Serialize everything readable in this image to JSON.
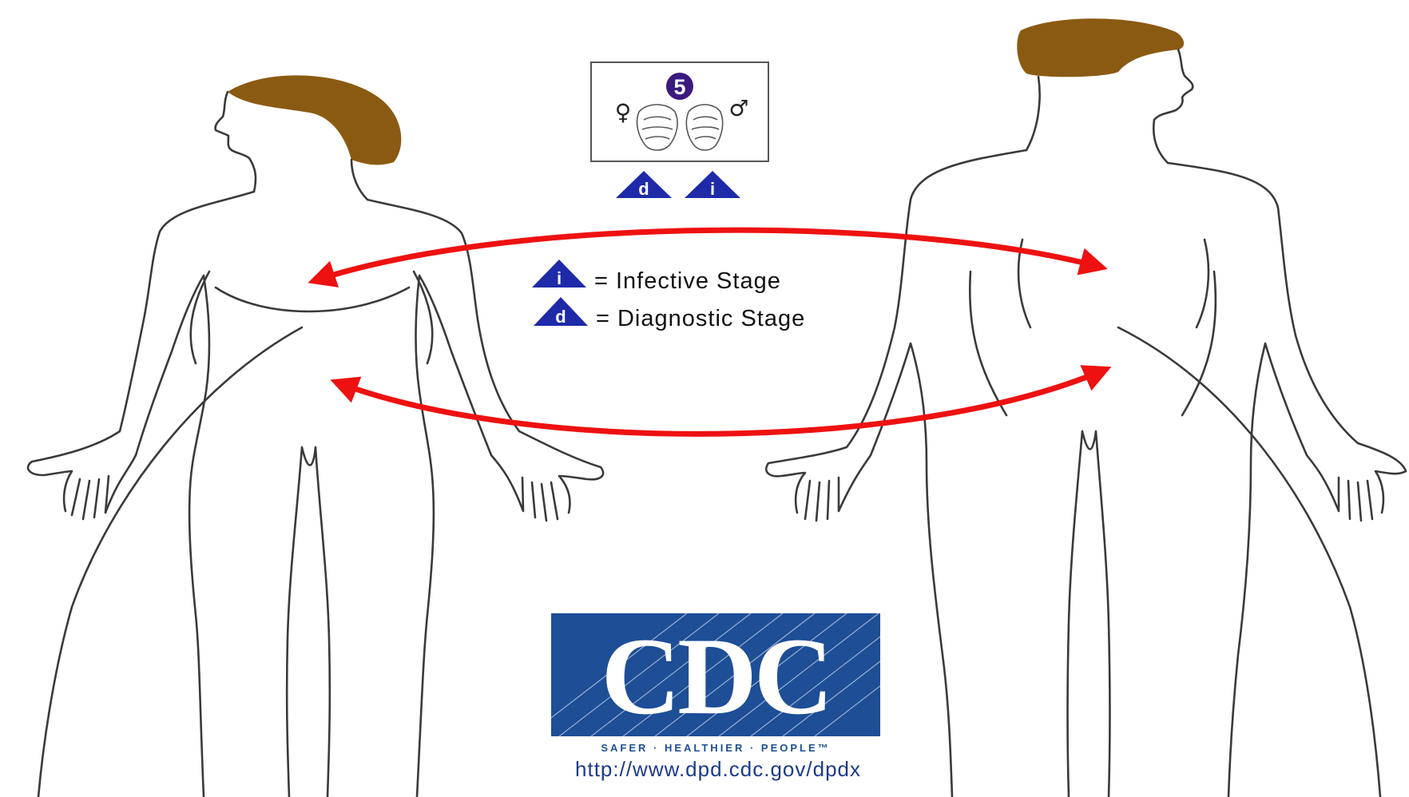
{
  "stage_box": {
    "number": "5",
    "female_symbol": "♀",
    "male_symbol": "♂"
  },
  "stage_markers": {
    "left_letter": "d",
    "right_letter": "i"
  },
  "legend": {
    "items": [
      {
        "letter": "i",
        "text": "= Infective Stage"
      },
      {
        "letter": "d",
        "text": "= Diagnostic Stage"
      }
    ]
  },
  "logo": {
    "word": "CDC",
    "tagline": "SAFER · HEALTHIER · PEOPLE™"
  },
  "url": "http://www.dpd.cdc.gov/dpdx",
  "colors": {
    "hair": "#8b5a12",
    "arrow": "#ee1111",
    "triangle": "#1e2aa8",
    "stage_circle": "#3b1a7e",
    "logo_blue": "#1d4e96",
    "outline": "#3a3a3a"
  }
}
